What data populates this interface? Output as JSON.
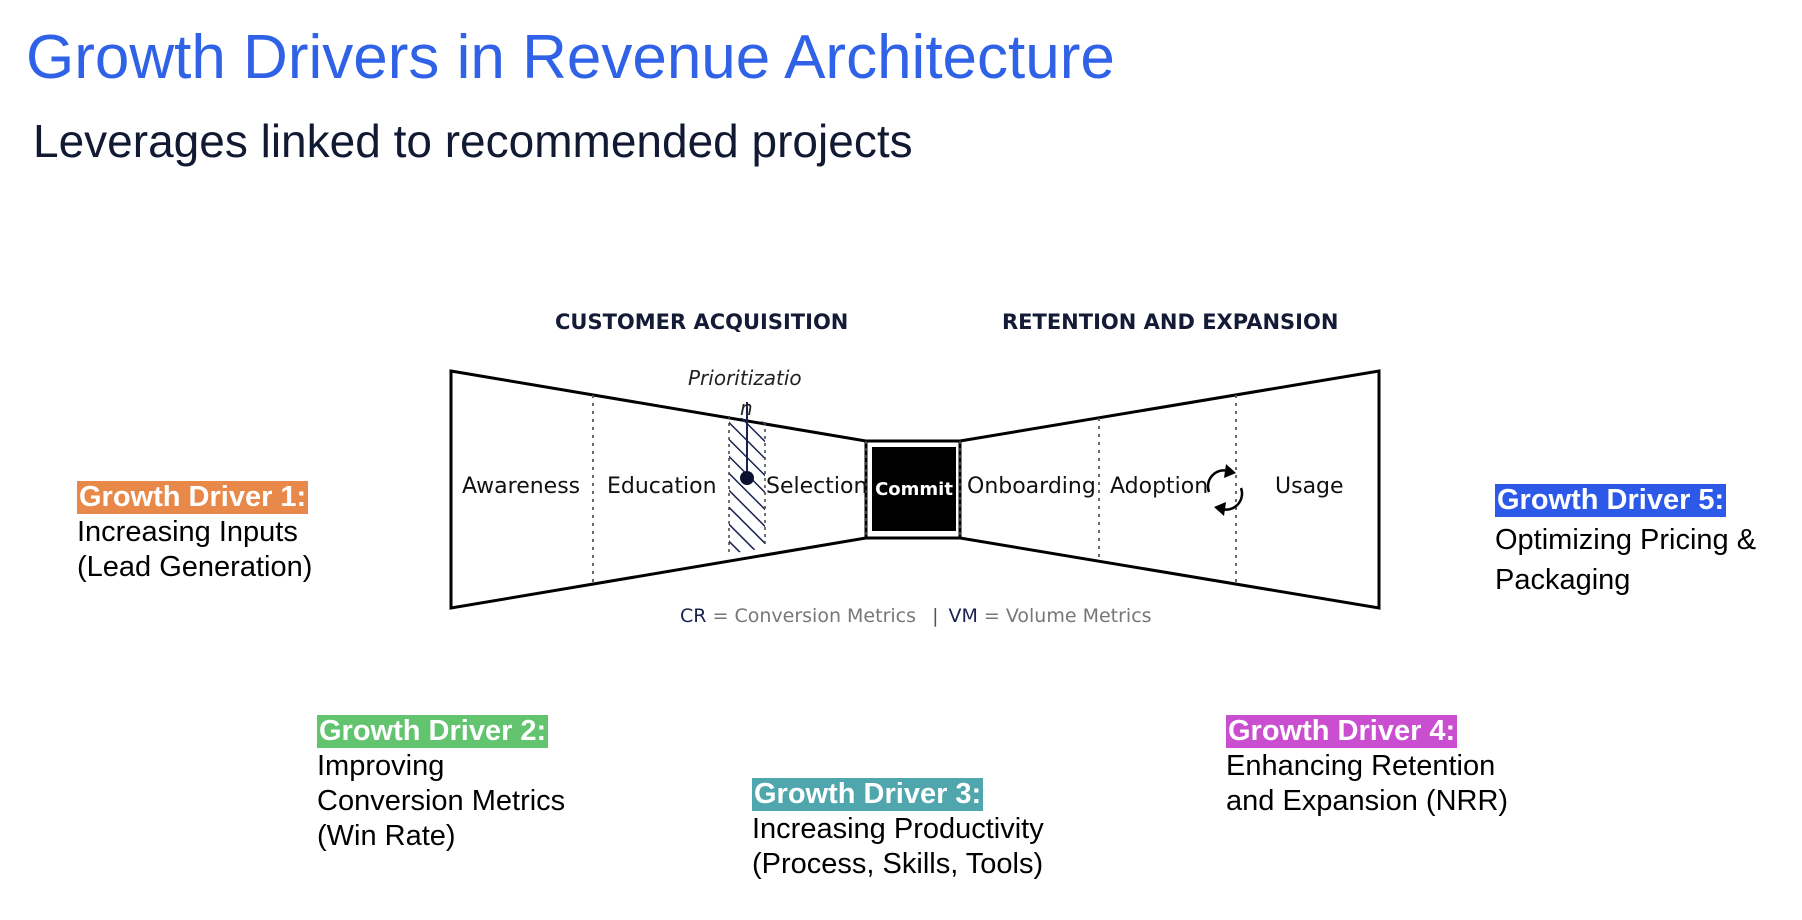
{
  "title": "Growth Drivers in Revenue Architecture",
  "subtitle": "Leverages linked to recommended projects",
  "diagram": {
    "left_heading": "CUSTOMER ACQUISITION",
    "right_heading": "RETENTION AND EXPANSION",
    "stages": [
      "Awareness",
      "Education",
      "Selection",
      "Commit",
      "Onboarding",
      "Adoption",
      "Usage"
    ],
    "marker_label": "Prioritizatio",
    "marker_label_tail": "n",
    "legend": {
      "cr_key": "CR",
      "cr_text": "= Conversion Metrics",
      "separator": "|",
      "vm_key": "VM",
      "vm_text": "= Volume Metrics"
    },
    "loop_icon": "refresh-cycle-icon"
  },
  "drivers": [
    {
      "label": "Growth Driver 1:",
      "color": "#e8894a",
      "lines": [
        "Increasing Inputs",
        "(Lead Generation)"
      ]
    },
    {
      "label": "Growth Driver 2:",
      "color": "#62c46f",
      "lines": [
        "Improving",
        "Conversion Metrics",
        "(Win Rate)"
      ]
    },
    {
      "label": "Growth Driver 3:",
      "color": "#4fa6ad",
      "lines": [
        "Increasing Productivity",
        "(Process, Skills, Tools)"
      ]
    },
    {
      "label": "Growth Driver 4:",
      "color": "#c94fd0",
      "lines": [
        "Enhancing Retention",
        "and Expansion (NRR)"
      ]
    },
    {
      "label": "Growth Driver 5:",
      "color": "#2d59e8",
      "lines": [
        "Optimizing Pricing &",
        "Packaging"
      ]
    }
  ]
}
